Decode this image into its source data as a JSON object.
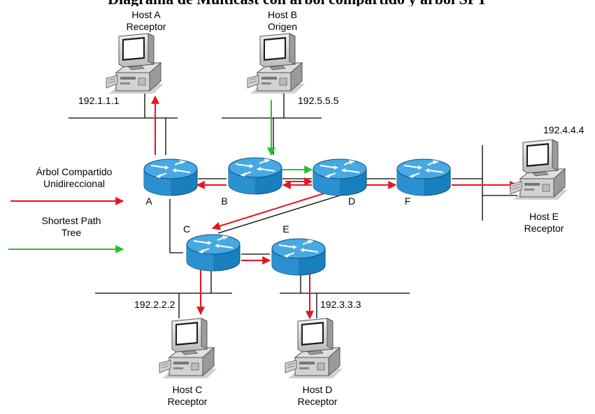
{
  "title": "Diagrama de Multicast con árbol compartido y árbol SPT",
  "hosts": {
    "a": {
      "name": "Host A",
      "role": "Receptor",
      "ip": "192.1.1.1"
    },
    "b": {
      "name": "Host B",
      "role": "Origen",
      "ip": "192.5.5.5"
    },
    "c": {
      "name": "Host C",
      "role": "Receptor",
      "ip": "192.2.2.2"
    },
    "d": {
      "name": "Host D",
      "role": "Receptor",
      "ip": "192.3.3.3"
    },
    "e": {
      "name": "Host E",
      "role": "Receptor",
      "ip": "192.4.4.4"
    }
  },
  "routers": {
    "a": "A",
    "b": "B",
    "c": "C",
    "d": "D",
    "e": "E",
    "f": "F"
  },
  "legend": {
    "shared_tree_line1": "Árbol Compartido",
    "shared_tree_line2": "Unidireccional",
    "spt_line1": "Shortest Path",
    "spt_line2": "Tree"
  },
  "colors": {
    "shared_tree": "#e8141c",
    "shortest_path_tree": "#29c029",
    "link": "#000000",
    "router_body": "#1f86c6",
    "router_top": "#3fa3df"
  },
  "icons": {
    "router": "router-icon",
    "computer": "desktop-computer-icon"
  }
}
